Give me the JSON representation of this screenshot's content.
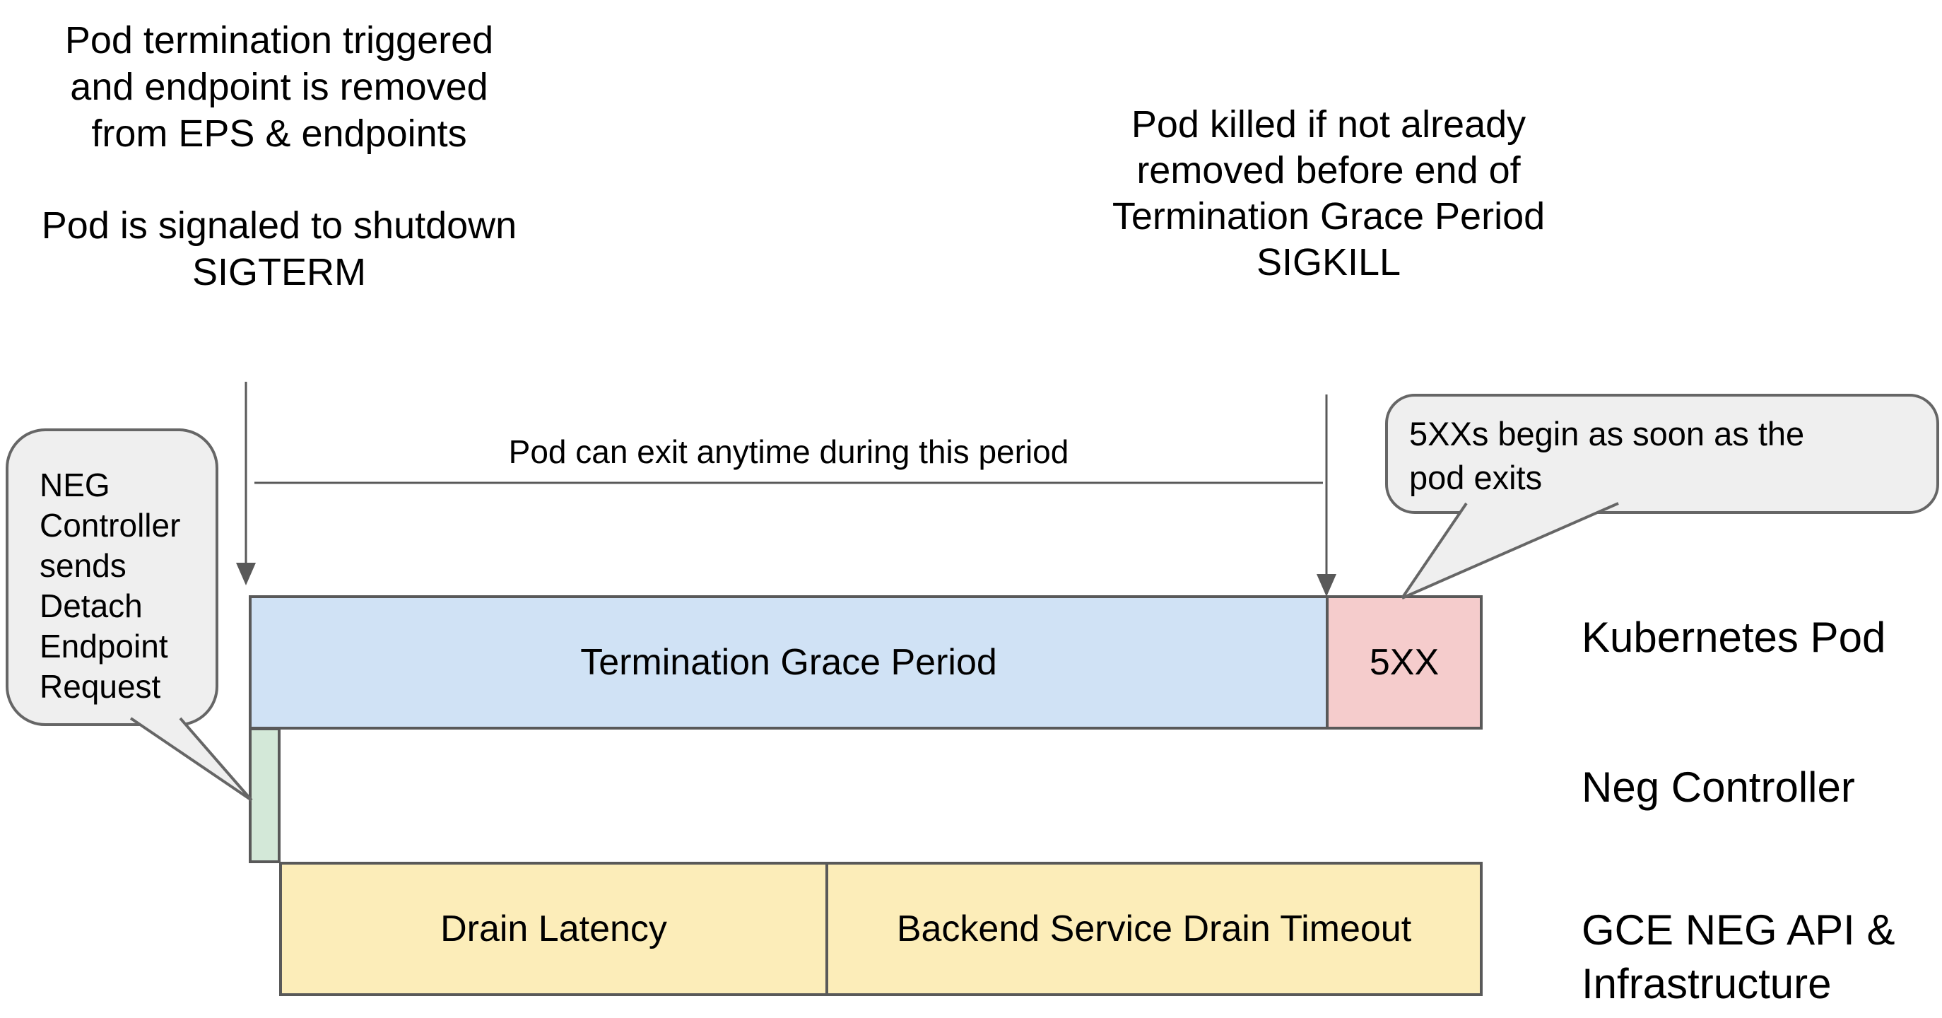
{
  "colors": {
    "blue": "#d0e2f5",
    "pink": "#f5cccc",
    "green": "#d3e8d8",
    "yellow": "#fcedb9",
    "bubble": "#efefef",
    "bubble_border": "#666666",
    "line": "#595959",
    "text": "#000000"
  },
  "annotations": {
    "pod_termination": {
      "lines": [
        "Pod termination triggered",
        "and endpoint is removed",
        "from EPS & endpoints"
      ]
    },
    "pod_signaled": {
      "lines": [
        "Pod is signaled to shutdown",
        "SIGTERM"
      ]
    },
    "pod_killed": {
      "lines": [
        "Pod killed if not already",
        "removed before end of",
        "Termination Grace Period",
        "SIGKILL"
      ]
    },
    "pod_exit_note": "Pod can exit anytime during this period"
  },
  "bubbles": {
    "neg_controller": {
      "lines": [
        "NEG",
        "Controller",
        "sends",
        "Detach",
        "Endpoint",
        "Request"
      ]
    },
    "five_xx": {
      "lines": [
        "5XXs begin as soon as the",
        "pod exits"
      ]
    }
  },
  "timeline": {
    "kubernetes_pod_row": {
      "grace_label": "Termination Grace Period",
      "error_label": "5XX"
    },
    "gce_row": {
      "drain_latency_label": "Drain Latency",
      "backend_drain_label": "Backend Service Drain Timeout"
    }
  },
  "row_labels": {
    "kubernetes_pod": "Kubernetes Pod",
    "neg_controller": "Neg Controller",
    "gce_line1": "GCE NEG API &",
    "gce_line2": "Infrastructure"
  }
}
